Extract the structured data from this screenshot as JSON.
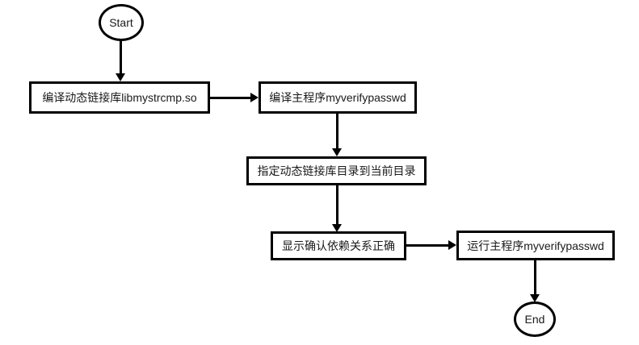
{
  "diagram": {
    "title": "",
    "background_color": "#ffffff",
    "stroke_color": "#000000",
    "text_color": "#1a1a1a",
    "nodes": [
      {
        "id": "start",
        "type": "terminator",
        "label": "Start"
      },
      {
        "id": "step1",
        "type": "process",
        "label": "编译动态链接库libmystrcmp.so"
      },
      {
        "id": "step2",
        "type": "process",
        "label": "编译主程序myverifypasswd"
      },
      {
        "id": "step3",
        "type": "process",
        "label": "指定动态链接库目录到当前目录"
      },
      {
        "id": "step4",
        "type": "process",
        "label": "显示确认依赖关系正确"
      },
      {
        "id": "step5",
        "type": "process",
        "label": "运行主程序myverifypasswd"
      },
      {
        "id": "end",
        "type": "terminator",
        "label": "End"
      }
    ],
    "edges": [
      {
        "from": "start",
        "to": "step1",
        "direction": "down"
      },
      {
        "from": "step1",
        "to": "step2",
        "direction": "right"
      },
      {
        "from": "step2",
        "to": "step3",
        "direction": "down"
      },
      {
        "from": "step3",
        "to": "step4",
        "direction": "down"
      },
      {
        "from": "step4",
        "to": "step5",
        "direction": "right"
      },
      {
        "from": "step5",
        "to": "end",
        "direction": "down"
      }
    ]
  }
}
